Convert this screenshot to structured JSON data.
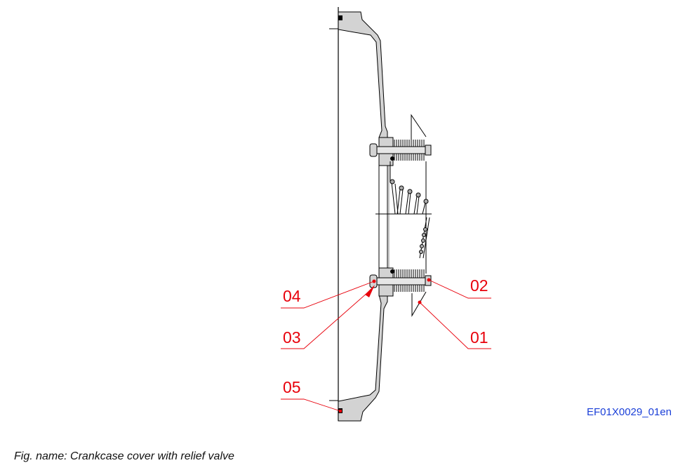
{
  "figure": {
    "caption": "Fig. name: Crankcase cover with relief valve",
    "code": "EF01X0029_01en",
    "colors": {
      "callout": "#e8000b",
      "code_text": "#1a3fd8",
      "part_fill": "#d3d3d3",
      "outline": "#000000"
    }
  },
  "callouts": [
    {
      "id": "01",
      "label": "01"
    },
    {
      "id": "02",
      "label": "02"
    },
    {
      "id": "03",
      "label": "03"
    },
    {
      "id": "04",
      "label": "04"
    },
    {
      "id": "05",
      "label": "05"
    }
  ]
}
